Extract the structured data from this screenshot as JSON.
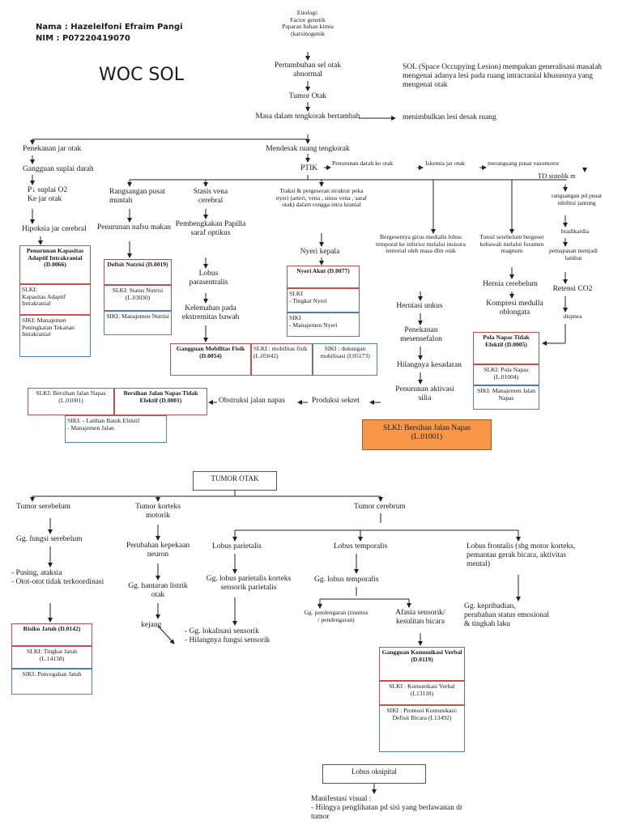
{
  "header": {
    "name": "Nama : Hazelelfoni Efraim Pangi",
    "nim": "NIM : P07220419070",
    "title": "WOC SOL",
    "definition": "SOL (Space Occupying Lesion) mempakan generalisasi masalah mengenai adanya lesi pada ruang intracranial khususnya yang mengenai otak"
  },
  "top": {
    "etiologi": "Etiologi:\nFactor genetik\nPaparan bahan kimia\n(karsinogenik",
    "pertumbuhan": "Pertumbuhan sel otak abnormal",
    "tumor": "Tumor Otak",
    "masa": "Masa dalam tengkorak bertambah",
    "lesi": "menimbulkan lesi desak ruang",
    "penekanan": "Penekanan jar otak",
    "mendesak": "Mendesak ruang tengkorak",
    "gangguan_suplai": "Gangguan suplai darah",
    "ptik": "PTIK",
    "penurunan_darah": "Penurunan darah ke otak",
    "iskemia": "Iskemia jar otak",
    "merangsang": "merangsang pusat vasomotor",
    "td": "TD sistolik m",
    "o2": "P↓ suplai O2\nKe jar otak",
    "hipoksia": "Hipoksia jar cerebral",
    "rangsangan": "Rangsangan pusat muntah",
    "nafsu": "Penurunan nafsu makan",
    "stasis": "Stasis vena cerebral",
    "papilla": "Pembengkakan Papilla saraf optikus",
    "lobus_par": "Lobus parasentralis",
    "kelemahan": "Kelemahan pada ekstremitas bawah",
    "traksi": "Traksi & pergeseran struktur peka nyeri (arteri, vena , sinus vena , saraf otak) dalam rongga intra kranial",
    "nyeri_kepala": "Nyeri kepala",
    "bergeser": "Bergesernya girus medialis lobus temporal ke inferior melalui insisura tentorial oleh masa dlm otak",
    "tonsil": "Tonsil serebelum bergeser kebawah melalui foramen magnum",
    "herniasi_unkus": "Herniasi unkus",
    "penekanan_mes": "Penekanan mesensefalon",
    "hilangnya": "Hilangnya kesadaran",
    "penurunan_silia": "Penurunan aktivasi silia",
    "hernia_cer": "Hernia cerebelum",
    "kompresi": "Kompresi medulla oblongata",
    "rangsangan_jantung": "rangsangan pd pusat inhibisi jantung",
    "bradikardia": "bradikardia",
    "pernapasan": "pemapasan menjadi lambat",
    "retensi": "Retensi CO2",
    "dispnea": "dispnea",
    "obstruksi": "Obstruksi jalan napas",
    "sekret": "Produksi sekret"
  },
  "boxes": {
    "perfusi_dx": "Penurunan Kapasitas Adaptif Intrakranial (D.0066)",
    "perfusi_slki": "SLKI:\nKapasitas Adaptif Intrakranial",
    "perfusi_siki": "SIKI: Manajemen Peningkatan Tekanan Intrakranial",
    "nutrisi_dx": "Defisit Nutrisi (D.0019)",
    "nutrisi_slki": "SLKI: Status Nutrisi (L.03030)",
    "nutrisi_siki": "SIKI: Manajemen Nutrisi",
    "mobilitas_dx": "Gangguan Mobilitas Fisik (D.0054)",
    "mobilitas_slki": "SLKI : mobilitas fisik (L.05042)",
    "mobilitas_siki": "SIKI : dukungan mobilisasi (I.05173)",
    "nyeri_dx": "Nyeri Akut (D.0077)",
    "nyeri_slki": "SLKI\n- Tingkat Nyeri",
    "nyeri_siki": "SIKI\n- Manajemen Nyeri",
    "jalan_slki": "SLKI: Bersihan Jalan Napas (L.01001)",
    "jalan_dx": "Bersihan Jalan Napas Tidak Efektif (D.0001)",
    "jalan_siki": "SIKI: - Latihan Batuk Efektif\n- Manajemen Jalan",
    "pola_dx": "Pola Napas Tidak Efektif (D.0005)",
    "pola_slki": "SLKI: Pola Napas (L.01004)",
    "pola_siki": "SIKI: Manajemen Jalan Napas",
    "orange": "SLKI: Bersihan Jalan Napas (L.01001)"
  },
  "bottom": {
    "tumor_otak": "TUMOR OTAK",
    "serebelum": "Tumor serebelum",
    "korteks": "Tumor korteks motorik",
    "cerebrum": "Tumor cerebrum",
    "gg_fungsi": "Gg. fungsi serebelum",
    "pusing": "-         Pusing, ataksia\n-      Otot-otot tidak terkoordinasi",
    "kepekaan": "Perubahan kepekaan neuron",
    "hantaran": "Gg. hantaran listrik otak",
    "kejang": "kejang",
    "parietalis": "Lobus parietalis",
    "gg_parietalis": "Gg. lobus parietalis korteks sensorik parietalis",
    "lokalisasi": "-      Gg. lokalisasi sensorik\n-       Hilangnya fungsi sensorik",
    "temporalis": "Lobus temporalis",
    "gg_temporalis": "Gg.  lobus temporalis",
    "pendengaran": "Gg. pendengaran (tinnitus / pendengaran)",
    "afasia": "Afasia sensorik/ kesulitan bicara",
    "frontalis": "Lobus frontalis (sbg motor korteks, pemantau gerak bicara, aktivitas mental)",
    "kepribadian": "Gg. kepribadian, perubahan status emosional & tingkah laku",
    "jatuh_dx": "Risiko Jatuh (D.0142)",
    "jatuh_slki": "SLKI: Tingkat Jatuh (L.14138)",
    "jatuh_siki": "SIKI: Pencegahan Jatuh",
    "komunikasi_dx": "Gangguan Komunikasi Verbal (D.0119)",
    "komunikasi_slki": "SLKI : Komunikasi Verbal (L13118)",
    "komunikasi_siki": "SIKI : Promosi Komunikasi: Defisit Bicara (I.13492)",
    "oksipital": "Lobus oksipital",
    "manifestasi": "Manifestasi visual :\n-          Hilngya penglihatan pd sisi yang berlawanan dr tumor"
  }
}
